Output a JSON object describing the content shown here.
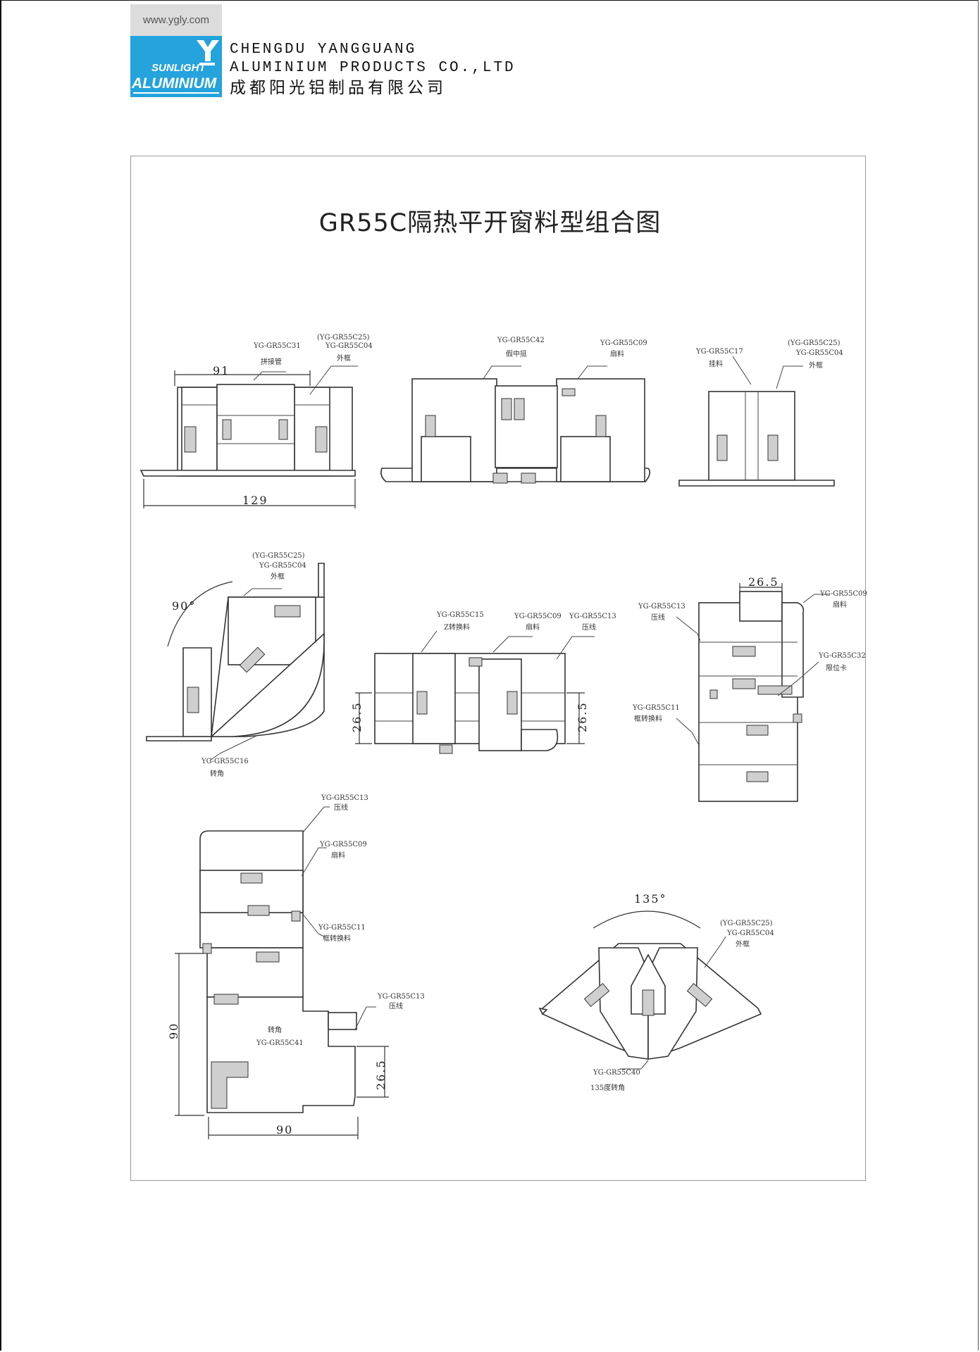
{
  "header": {
    "website": "www.ygly.com",
    "logo_text_top": "SUNLIGHT",
    "logo_text_bottom": "ALUMINIUM",
    "company_en_line1": "CHENGDU YANGGUANG",
    "company_en_line2": "ALUMINIUM PRODUCTS CO.,LTD",
    "company_cn": "成都阳光铝制品有限公司",
    "brand_blue": "#24a3dc"
  },
  "title": "GR55C隔热平开窗料型组合图",
  "sections": {
    "s1": {
      "l1_paren": "(YG-GR55C25)",
      "l1_code": "YG-GR55C04",
      "l1_name": "外框",
      "l2_code": "YG-GR55C31",
      "l2_name": "拼接管",
      "dim_top": "91",
      "dim_bottom": "129"
    },
    "s2": {
      "l1_code": "YG-GR55C42",
      "l1_name": "假中挺",
      "l2_code": "YG-GR55C09",
      "l2_name": "扇料"
    },
    "s3": {
      "l1_code": "YG-GR55C17",
      "l1_name": "挂料",
      "l2_paren": "(YG-GR55C25)",
      "l2_code": "YG-GR55C04",
      "l2_name": "外框"
    },
    "s4": {
      "l1_paren": "(YG-GR55C25)",
      "l1_code": "YG-GR55C04",
      "l1_name": "外框",
      "l2_code": "YG-GR55C16",
      "l2_name": "转角",
      "angle": "90°"
    },
    "s5": {
      "l1_code": "YG-GR55C15",
      "l1_name": "Z转换料",
      "l2_code": "YG-GR55C09",
      "l2_name": "扇料",
      "l3_code": "YG-GR55C13",
      "l3_name": "压线",
      "dim_left": "26.5",
      "dim_right": "26.5"
    },
    "s6": {
      "l1_code": "YG-GR55C13",
      "l1_name": "压线",
      "l2_code": "YG-GR55C09",
      "l2_name": "扇料",
      "l3_code": "YG-GR55C32",
      "l3_name": "限位卡",
      "l4_code": "YG-GR55C11",
      "l4_name": "框转换料",
      "dim_top": "26.5"
    },
    "s7": {
      "l1_code": "YG-GR55C13",
      "l1_name": "压线",
      "l2_code": "YG-GR55C09",
      "l2_name": "扇料",
      "l3_code": "YG-GR55C11",
      "l3_name": "框转换料",
      "l4_code": "YG-GR55C13",
      "l4_name": "压线",
      "center_name": "转角",
      "center_code": "YG-GR55C41",
      "dim_left": "90",
      "dim_bottom": "90",
      "dim_right": "26.5"
    },
    "s8": {
      "l1_paren": "(YG-GR55C25)",
      "l1_code": "YG-GR55C04",
      "l1_name": "外框",
      "l2_code": "YG-GR55C40",
      "l2_name": "135度转角",
      "angle": "135°"
    }
  }
}
